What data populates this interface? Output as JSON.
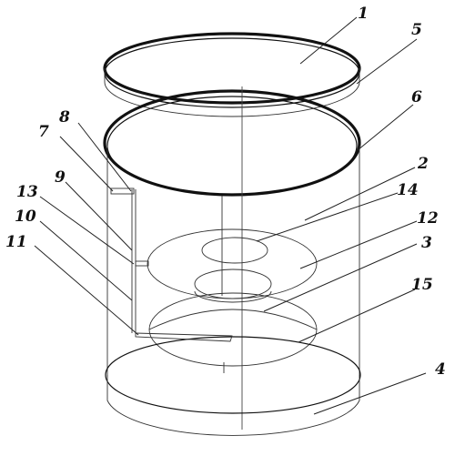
{
  "callouts": [
    {
      "id": "c1",
      "text": "1"
    },
    {
      "id": "c2",
      "text": "2"
    },
    {
      "id": "c3",
      "text": "3"
    },
    {
      "id": "c4",
      "text": "4"
    },
    {
      "id": "c5",
      "text": "5"
    },
    {
      "id": "c6",
      "text": "6"
    },
    {
      "id": "c7",
      "text": "7"
    },
    {
      "id": "c8",
      "text": "8"
    },
    {
      "id": "c9",
      "text": "9"
    },
    {
      "id": "c10",
      "text": "10"
    },
    {
      "id": "c11",
      "text": "11"
    },
    {
      "id": "c12",
      "text": "12"
    },
    {
      "id": "c13",
      "text": "13"
    },
    {
      "id": "c14",
      "text": "14"
    },
    {
      "id": "c15",
      "text": "15"
    }
  ],
  "colors": {
    "line": "#333333",
    "ring": "#111111",
    "background": "#ffffff"
  }
}
